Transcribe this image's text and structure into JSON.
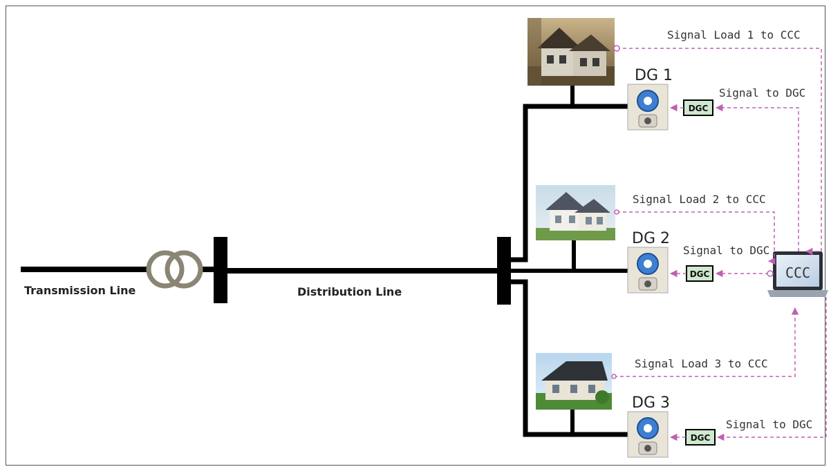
{
  "labels": {
    "transmission_line": "Transmission Line",
    "distribution_line": "Distribution Line"
  },
  "loads": [
    {
      "signal": "Signal Load 1 to CCC"
    },
    {
      "signal": "Signal Load 2 to CCC"
    },
    {
      "signal": "Signal Load 3 to CCC"
    }
  ],
  "generators": [
    {
      "name": "DG 1",
      "controller": "DGC",
      "signal": "Signal to DGC"
    },
    {
      "name": "DG 2",
      "controller": "DGC",
      "signal": "Signal to DGC"
    },
    {
      "name": "DG 3",
      "controller": "DGC",
      "signal": "Signal to DGC"
    }
  ],
  "central_controller": {
    "label": "CCC"
  },
  "colors": {
    "power_line": "#000000",
    "signal_line": "#c060b0",
    "transformer": "#8a8574",
    "dgc_fill": "#cfe8cf"
  },
  "icons": [
    "transformer-icon",
    "house-icon",
    "generator-icon",
    "laptop-icon"
  ]
}
